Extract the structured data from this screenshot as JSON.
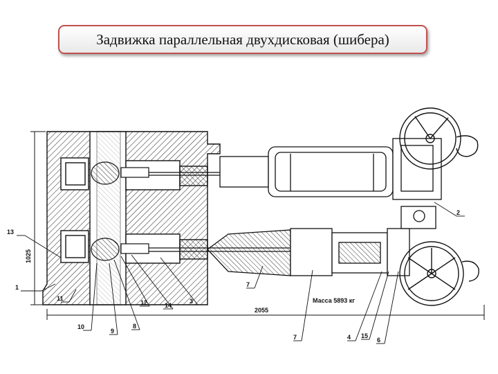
{
  "title": "Задвижка параллельная двухдисковая (шибера)",
  "drawing": {
    "mass_label": "Масса  5893 кг",
    "dimension_height": "1025",
    "dimension_length": "2055",
    "callouts": [
      {
        "id": "c1",
        "text": "1"
      },
      {
        "id": "c2",
        "text": "2"
      },
      {
        "id": "c3",
        "text": "3"
      },
      {
        "id": "c4",
        "text": "4"
      },
      {
        "id": "c6",
        "text": "6"
      },
      {
        "id": "c7a",
        "text": "7"
      },
      {
        "id": "c7b",
        "text": "7"
      },
      {
        "id": "c8",
        "text": "8"
      },
      {
        "id": "c9",
        "text": "9"
      },
      {
        "id": "c10",
        "text": "10"
      },
      {
        "id": "c11",
        "text": "11"
      },
      {
        "id": "c12",
        "text": "12"
      },
      {
        "id": "c13",
        "text": "13"
      },
      {
        "id": "c14",
        "text": "14"
      },
      {
        "id": "c15",
        "text": "15"
      }
    ]
  }
}
